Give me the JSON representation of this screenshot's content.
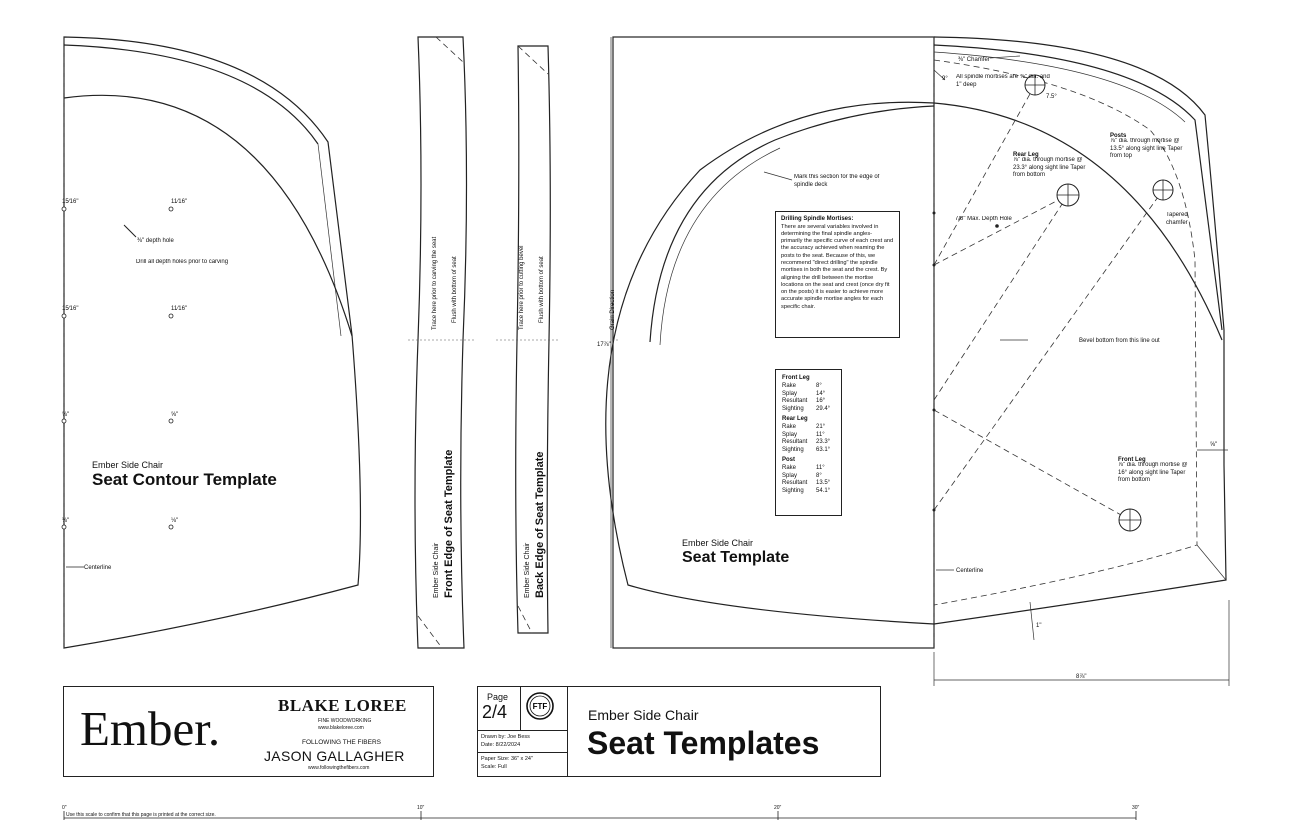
{
  "seat_contour": {
    "chair": "Ember Side Chair",
    "title": "Seat Contour Template",
    "depth_hole": "⅜\" depth hole",
    "drill_note": "Drill all depth holes prior to carving",
    "centerline": "Centerline",
    "depths": [
      "15⁄16\"",
      "11⁄16\"",
      "15⁄16\"",
      "11⁄16\"",
      "⅝\"",
      "⅝\"",
      "⅛\"",
      "⅛\""
    ]
  },
  "front_edge": {
    "chair": "Ember Side Chair",
    "title": "Front Edge of Seat Template",
    "note1": "Trace here prior to carving the seat",
    "note2": "Flush with bottom of seat"
  },
  "back_edge": {
    "chair": "Ember Side Chair",
    "title": "Back Edge of Seat Template",
    "note1": "Trace here prior to cutting bevel",
    "note2": "Flush with bottom of seat"
  },
  "seat": {
    "chair": "Ember Side Chair",
    "title": "Seat Template",
    "grain": "Grain Direction",
    "height_dim": "17⅞\"",
    "width_dim": "8⅞\"",
    "chamfer": "⅜\" Chamfer",
    "angle_top": "9°",
    "angle_spindle": "7.5°",
    "spindle_note": "All spindle mortises are ⅜\" dia. and 1\" deep",
    "mark_note": "Mark this section for the edge of spindle deck",
    "depth_hole_note": "7/8\" Max. Depth Hole",
    "posts_label": "Posts",
    "posts_note": "⅞\" dia. through mortise @ 13.5° along sight line Taper from top",
    "rear_leg_label": "Rear Leg",
    "rear_leg_note": "⅞\" dia. through mortise @ 23.3° along sight line Taper from bottom",
    "front_leg_label": "Front Leg",
    "front_leg_note": "⅞\" dia. through mortise @ 16° along sight line Taper from bottom",
    "tapered_chamfer": "Tapered chamfer",
    "bevel_note": "Bevel bottom from this line out",
    "side_dim": "⅝\"",
    "bottom_dim": "1\"",
    "centerline": "Centerline",
    "drilling_title": "Drilling Spindle Mortises:",
    "drilling_text": "There are several variables involved in determining the final spindle angles- primarily the specific curve of each crest and the accuracy achieved when reaming the posts to the seat. Because of this, we recommend \"direct drilling\" the spindle mortises in both the seat and the crest. By aligning the drill between the mortise locations on the seat and crest (once dry fit on the posts) it is easier to achieve more accurate spindle mortise angles for each specific chair.",
    "angles": [
      {
        "group": "Front Leg",
        "rows": [
          [
            "Rake",
            "8°"
          ],
          [
            "Splay",
            "14°"
          ],
          [
            "Resultant",
            "16°"
          ],
          [
            "Sighting",
            "29.4°"
          ]
        ]
      },
      {
        "group": "Rear Leg",
        "rows": [
          [
            "Rake",
            "21°"
          ],
          [
            "Splay",
            "11°"
          ],
          [
            "Resultant",
            "23.3°"
          ],
          [
            "Sighting",
            "63.1°"
          ]
        ]
      },
      {
        "group": "Post",
        "rows": [
          [
            "Rake",
            "11°"
          ],
          [
            "Splay",
            "8°"
          ],
          [
            "Resultant",
            "13.5°"
          ],
          [
            "Sighting",
            "54.1°"
          ]
        ]
      }
    ]
  },
  "title_block": {
    "logo": "Ember.",
    "brand": "BLAKE LOREE",
    "brand_sub": "FINE WOODWORKING",
    "brand_url": "www.blakeloree.com",
    "fibers": "FOLLOWING THE FIBERS",
    "person": "JASON GALLAGHER",
    "fibers_url": "www.followingthefibers.com",
    "page_label": "Page",
    "page_num": "2/4",
    "emblem": "FTF",
    "drawn_by": "Drawn by: Joe Bess",
    "date": "Date: 8/22/2024",
    "paper": "Paper Size: 36\" x 24\"",
    "scale": "Scale: Full",
    "chair": "Ember Side Chair",
    "title": "Seat Templates"
  },
  "scale_bar": {
    "ticks": [
      "0\"",
      "10\"",
      "20\"",
      "30\""
    ],
    "note": "Use this scale to confirm that this page is printed at the correct size."
  }
}
